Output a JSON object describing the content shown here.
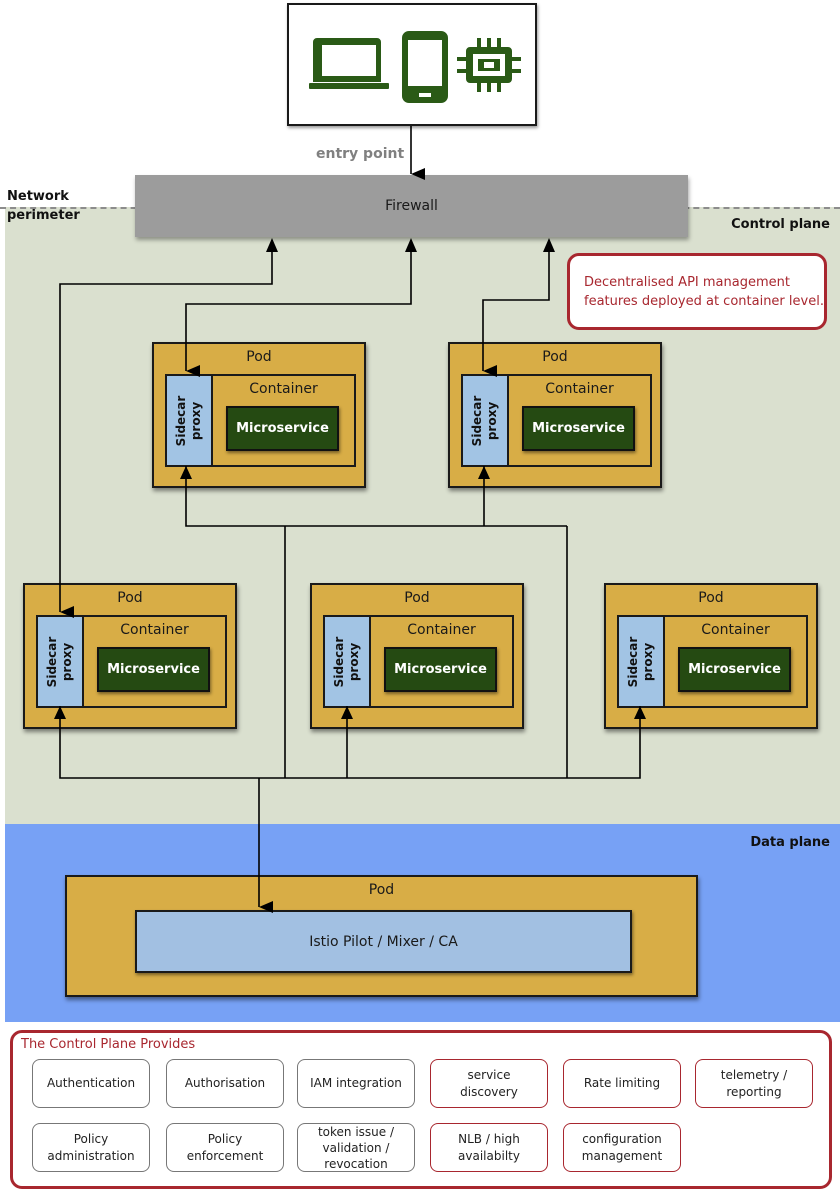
{
  "devices": {
    "icons": [
      "laptop-icon",
      "smartphone-icon",
      "chip-icon"
    ],
    "icon_color": "#2a5a16"
  },
  "entry_point_label": "entry point",
  "network_perimeter_label": "Network perimeter",
  "network_perimeter_lines": [
    "Network",
    "perimeter"
  ],
  "firewall_label": "Firewall",
  "control_plane_label": "Control plane",
  "data_plane_label": "Data plane",
  "note": {
    "lines": [
      "Decentralised API management",
      "features deployed at container level."
    ]
  },
  "pods": [
    {
      "pod_label": "Pod",
      "container_label": "Container",
      "sidecar_lines": [
        "Sidecar",
        "proxy"
      ],
      "microservice_label": "Microservice"
    },
    {
      "pod_label": "Pod",
      "container_label": "Container",
      "sidecar_lines": [
        "Sidecar",
        "proxy"
      ],
      "microservice_label": "Microservice"
    },
    {
      "pod_label": "Pod",
      "container_label": "Container",
      "sidecar_lines": [
        "Sidecar",
        "proxy"
      ],
      "microservice_label": "Microservice"
    },
    {
      "pod_label": "Pod",
      "container_label": "Container",
      "sidecar_lines": [
        "Sidecar",
        "proxy"
      ],
      "microservice_label": "Microservice"
    },
    {
      "pod_label": "Pod",
      "container_label": "Container",
      "sidecar_lines": [
        "Sidecar",
        "proxy"
      ],
      "microservice_label": "Microservice"
    }
  ],
  "data_plane_pod": {
    "pod_label": "Pod",
    "component_label": "Istio Pilot / Mixer / CA"
  },
  "provides": {
    "title": "The Control Plane Provides",
    "features": [
      {
        "label": "Authentication",
        "style": "gray"
      },
      {
        "label": "Authorisation",
        "style": "gray"
      },
      {
        "label": "IAM integration",
        "style": "gray"
      },
      {
        "label": "service discovery",
        "style": "red"
      },
      {
        "label": "Rate limiting",
        "style": "red"
      },
      {
        "label": "telemetry / reporting",
        "style": "red"
      },
      {
        "label": "Policy administration",
        "style": "gray"
      },
      {
        "label": "Policy enforcement",
        "style": "gray"
      },
      {
        "label": "token issue / validation / revocation",
        "style": "gray"
      },
      {
        "label": "NLB / high availabilty",
        "style": "red"
      },
      {
        "label": "configuration management",
        "style": "red"
      }
    ]
  },
  "colors": {
    "control_plane_bg": "#dae0cf",
    "data_plane_bg": "#77a1f5",
    "firewall": "#9c9c9c",
    "pod": "#d8ad46",
    "sidecar": "#a2c4e4",
    "microservice": "#254a12",
    "accent_red": "#a8272f"
  }
}
